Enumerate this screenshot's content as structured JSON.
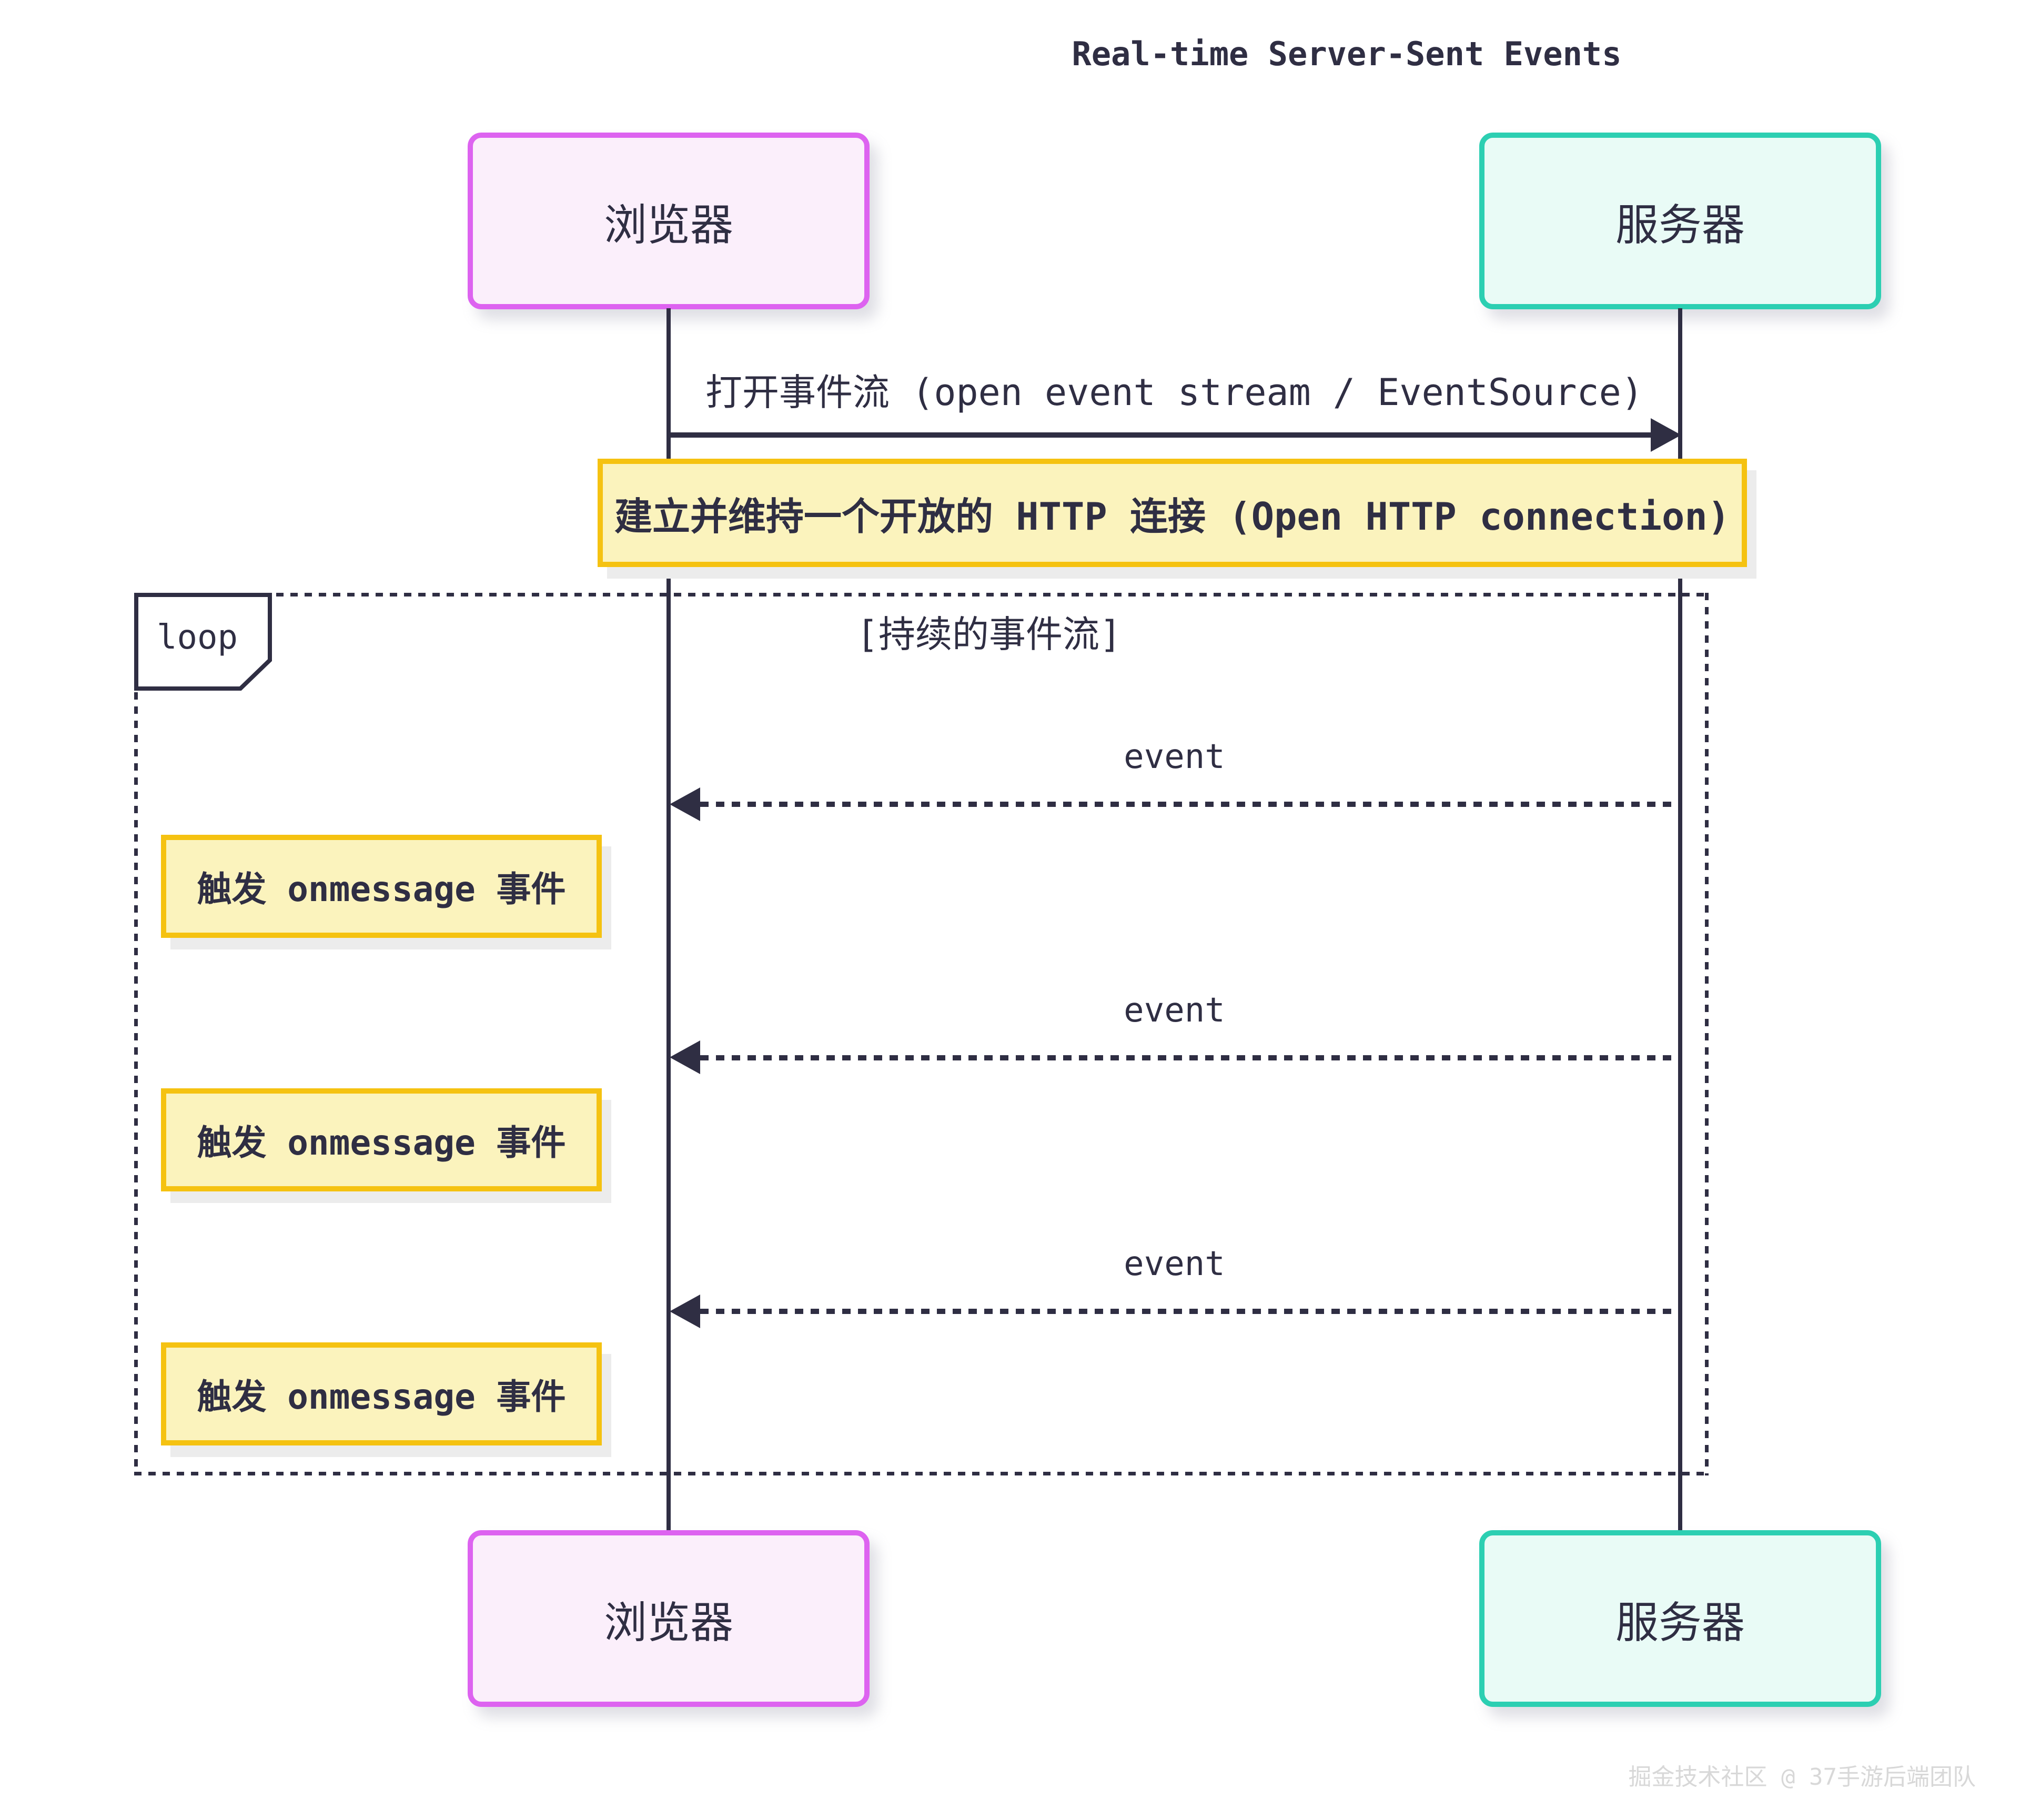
{
  "diagram": {
    "type": "sequence",
    "title": "Real-time Server-Sent Events",
    "actors": [
      {
        "id": "browser",
        "label": "浏览器"
      },
      {
        "id": "server",
        "label": "服务器"
      }
    ],
    "open_message": {
      "from": "browser",
      "to": "server",
      "arrow": "solid",
      "label": "打开事件流 (open event stream / EventSource)"
    },
    "connection_note": {
      "span": "browser-server",
      "label": "建立并维持一个开放的 HTTP 连接 (Open HTTP connection)"
    },
    "loop": {
      "label": "loop",
      "condition": "[持续的事件流]",
      "iterations": [
        {
          "event": {
            "from": "server",
            "to": "browser",
            "arrow": "dashed",
            "label": "event"
          },
          "note": {
            "over": "browser",
            "label": "触发 onmessage 事件"
          }
        },
        {
          "event": {
            "from": "server",
            "to": "browser",
            "arrow": "dashed",
            "label": "event"
          },
          "note": {
            "over": "browser",
            "label": "触发 onmessage 事件"
          }
        },
        {
          "event": {
            "from": "server",
            "to": "browser",
            "arrow": "dashed",
            "label": "event"
          },
          "note": {
            "over": "browser",
            "label": "触发 onmessage 事件"
          }
        }
      ]
    },
    "watermark": "掘金技术社区 @ 37手游后端团队",
    "colors": {
      "ink": "#2F2E43",
      "browser_border": "#DD63F0",
      "browser_fill": "#FBEFFB",
      "server_border": "#2CCFB2",
      "server_fill": "#E9FBF6",
      "note_border": "#F5C211",
      "note_fill": "#FBF3BD",
      "background": "#FFFFFF",
      "watermark": "#D8D8D8"
    }
  }
}
